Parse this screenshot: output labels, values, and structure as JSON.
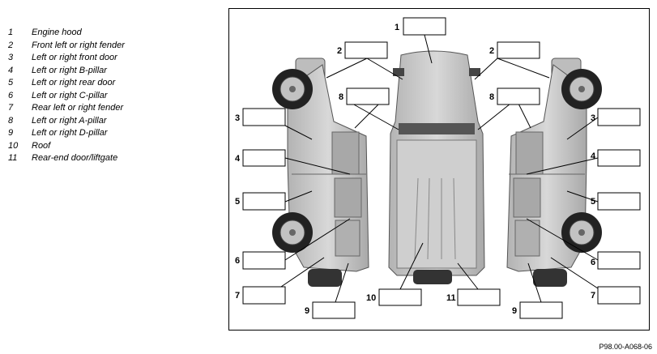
{
  "legend": [
    {
      "number": "1",
      "text": "Engine hood"
    },
    {
      "number": "2",
      "text": "Front left or right fender"
    },
    {
      "number": "3",
      "text": "Left or right front door"
    },
    {
      "number": "4",
      "text": "Left or right B-pillar"
    },
    {
      "number": "5",
      "text": "Left or right rear door"
    },
    {
      "number": "6",
      "text": "Left or right C-pillar"
    },
    {
      "number": "7",
      "text": "Rear left or right fender"
    },
    {
      "number": "8",
      "text": "Left or right A-pillar"
    },
    {
      "number": "9",
      "text": "Left or right D-pillar"
    },
    {
      "number": "10",
      "text": "Roof"
    },
    {
      "number": "11",
      "text": "Rear-end door/liftgate"
    }
  ],
  "callouts": {
    "c1": "1",
    "c2a": "2",
    "c2b": "2",
    "c3a": "3",
    "c3b": "3",
    "c4a": "4",
    "c4b": "4",
    "c5a": "5",
    "c5b": "5",
    "c6a": "6",
    "c6b": "6",
    "c7a": "7",
    "c7b": "7",
    "c8a": "8",
    "c8b": "8",
    "c9a": "9",
    "c9b": "9",
    "c10": "10",
    "c11": "11"
  },
  "figure_code": "P98.00-A068-06",
  "colors": {
    "body": "#c9c9c9",
    "body_dark": "#9a9a9a",
    "glass": "#5c5c5c",
    "tire": "#1f1f1f",
    "rim": "#bdbdbd"
  }
}
